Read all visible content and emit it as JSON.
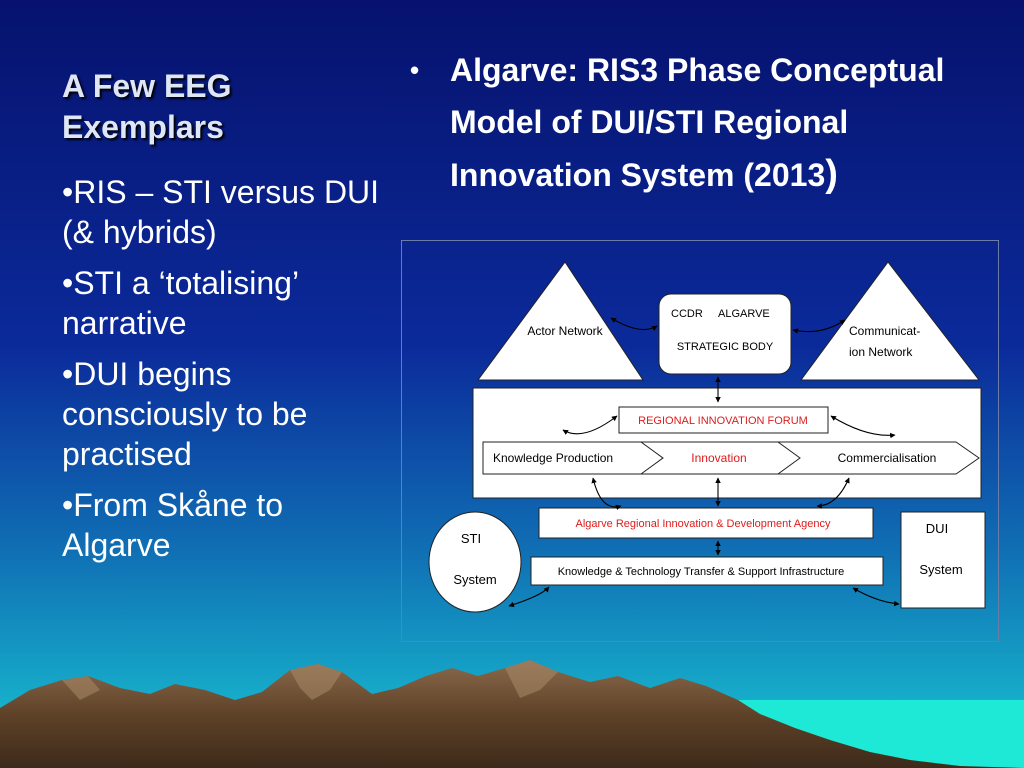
{
  "slide": {
    "title_line1": "A Few EEG",
    "title_line2": "Exemplars",
    "bullets": [
      "•RIS – STI versus DUI (& hybrids)",
      "•STI a ‘totalising’ narrative",
      "•DUI begins consciously to be practised",
      "•From Skåne to Algarve"
    ],
    "right_bullet": "•",
    "right_heading_main": "Algarve: RIS3 Phase Conceptual Model of DUI/STI Regional Innovation System (2013",
    "right_heading_paren": ")"
  },
  "diagram": {
    "actor_network": "Actor Network",
    "ccdr": "CCDR",
    "algarve": "ALGARVE",
    "strategic_body": "STRATEGIC   BODY",
    "comm_line1": "Communicat-",
    "comm_line2": "ion   Network",
    "forum": "REGIONAL INNOVATION FORUM",
    "knowledge_production": "Knowledge Production",
    "innovation": "Innovation",
    "commercialisation": "Commercialisation",
    "agency": "Algarve Regional Innovation & Development Agency",
    "sti_line1": "STI",
    "sti_line2": "System",
    "infrastructure": "Knowledge & Technology Transfer & Support Infrastructure",
    "dui_line1": "DUI",
    "dui_line2": "System"
  },
  "colors": {
    "sky_top": "#06126e",
    "sky_mid": "#0c2fa0",
    "sky_low": "#128ab8",
    "sea": "#1ee8d6",
    "mountain": "#6b4b33",
    "accent_red": "#e01b1b"
  }
}
